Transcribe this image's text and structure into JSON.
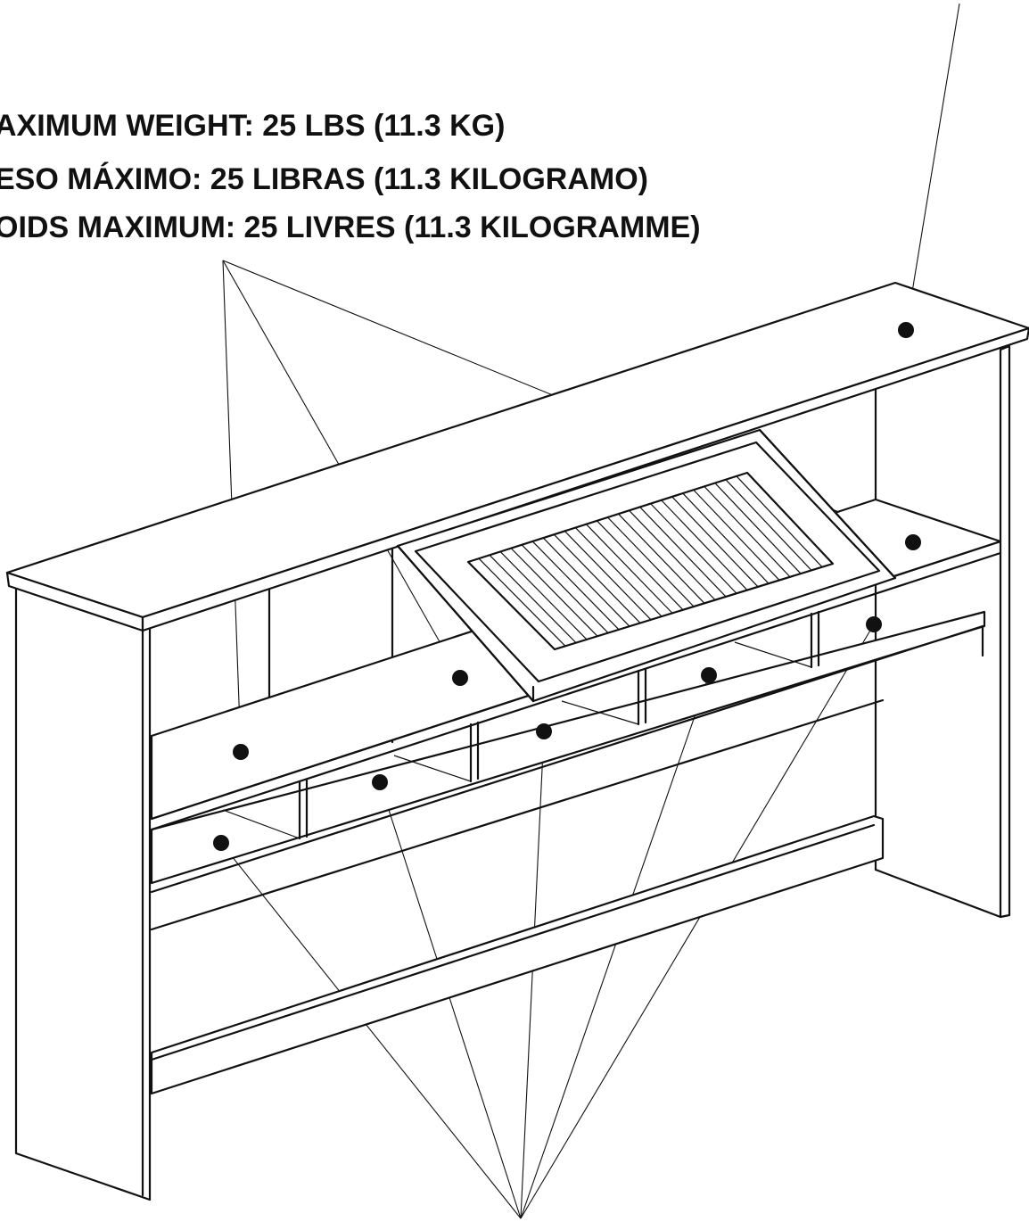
{
  "labels": {
    "line_en": "AXIMUM WEIGHT: 25 LBS (11.3 KG)",
    "line_es": "ESO MÁXIMO: 25 LIBRAS (11.3 KILOGRAMO)",
    "line_fr": "OIDS MAXIMUM: 25 LIVRES (11.3 KILOGRAMME)"
  }
}
